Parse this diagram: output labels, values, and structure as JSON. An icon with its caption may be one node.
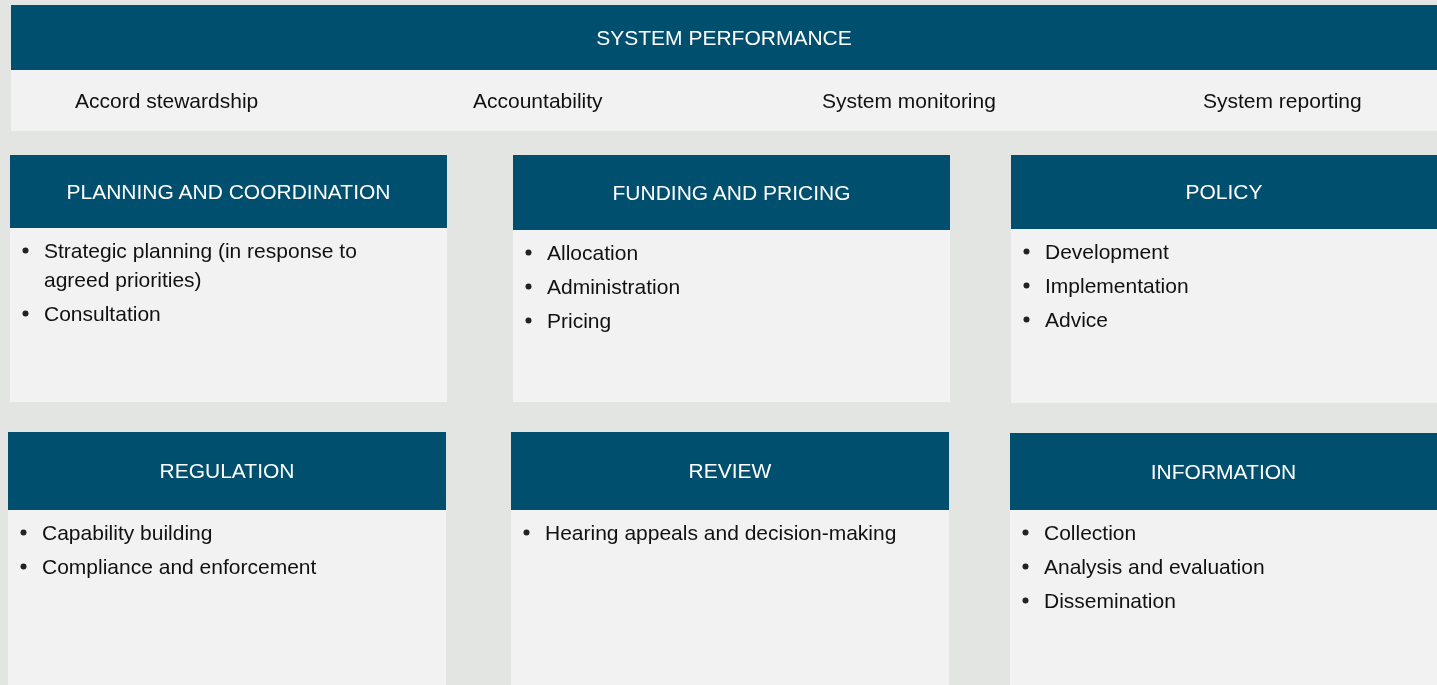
{
  "diagram": {
    "nodes": [
      {
        "text": [
          "SYSTEM PERFORMANCE",
          "Accord stewardship",
          "Accountability",
          "System monitoring",
          "System reporting"
        ]
      },
      {
        "text": [
          "PLANNING AND COORDINATION",
          "Strategic planning (in response to agreed priorities)",
          "Consultation"
        ]
      },
      {
        "text": [
          "FUNDING AND PRICING",
          "Allocation",
          "Administration",
          "Pricing"
        ]
      },
      {
        "text": [
          "POLICY",
          "Development",
          "Implementation",
          "Advice"
        ]
      },
      {
        "text": [
          "REGULATION",
          "Capability building",
          "Compliance and enforcement"
        ]
      },
      {
        "text": [
          "REVIEW",
          "Hearing appeals and decision-making"
        ]
      },
      {
        "text": [
          "INFORMATION",
          "Collection",
          "Analysis and evaluation",
          "Dissemination"
        ]
      }
    ],
    "edges": []
  }
}
